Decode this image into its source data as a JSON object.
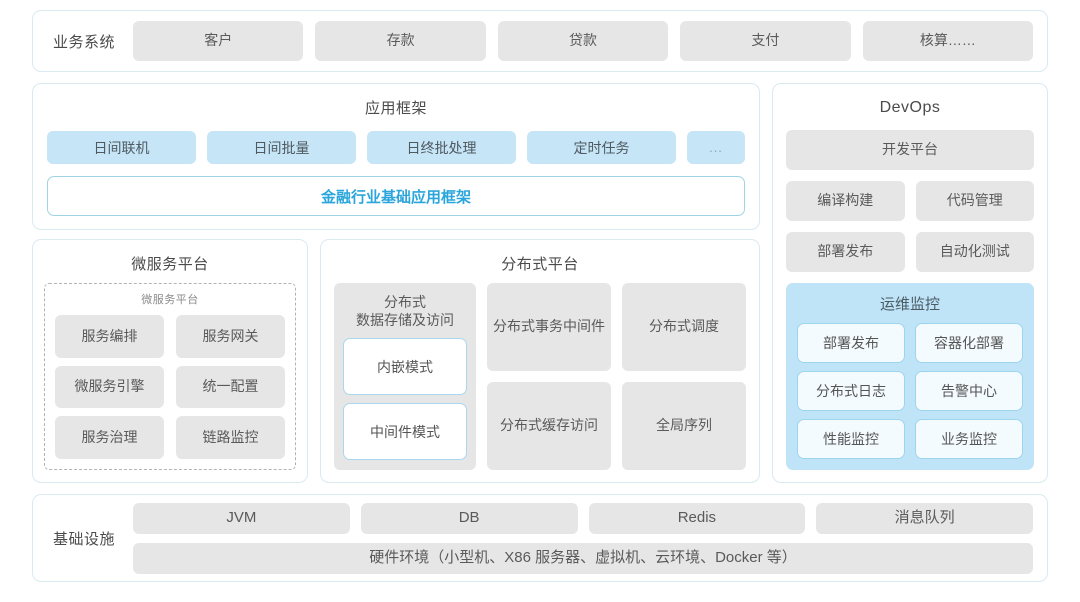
{
  "business_row": {
    "label": "业务系统",
    "items": [
      "客户",
      "存款",
      "贷款",
      "支付",
      "核算……"
    ]
  },
  "app_framework": {
    "title": "应用框架",
    "pills": [
      "日间联机",
      "日间批量",
      "日终批处理",
      "定时任务",
      "..."
    ],
    "base_label": "金融行业基础应用框架",
    "base_color": "#2ba6dc"
  },
  "microservice": {
    "title": "微服务平台",
    "inner_title": "微服务平台",
    "items": [
      "服务编排",
      "服务网关",
      "微服务引擎",
      "统一配置",
      "服务治理",
      "链路监控"
    ]
  },
  "distributed": {
    "title": "分布式平台",
    "first_column": {
      "title": "分布式\n数据存储及访问",
      "title_line1": "分布式",
      "title_line2": "数据存储及访问",
      "modes": [
        "内嵌模式",
        "中间件模式"
      ]
    },
    "column2": [
      "分布式\n事务中间件",
      "分布式\n缓存访问"
    ],
    "column2_lines": [
      [
        "分布式",
        "事务中间件"
      ],
      [
        "分布式",
        "缓存访问"
      ]
    ],
    "column3": [
      "分布式调度",
      "全局序列"
    ]
  },
  "devops": {
    "title": "DevOps",
    "platform": "开发平台",
    "grid": [
      "编译构建",
      "代码管理",
      "部署发布",
      "自动化测试"
    ],
    "ops": {
      "title": "运维监控",
      "items": [
        "部署发布",
        "容器化部署",
        "分布式日志",
        "告警中心",
        "性能监控",
        "业务监控"
      ],
      "panel_color": "#bfe4f8"
    }
  },
  "infrastructure": {
    "label": "基础设施",
    "items": [
      "JVM",
      "DB",
      "Redis",
      "消息队列"
    ],
    "hardware": "硬件环境（小型机、X86 服务器、虚拟机、云环境、Docker 等）"
  },
  "theme": {
    "panel_border": "#d9eaf0",
    "chip_grey": "#e6e6e6",
    "chip_blue": "#c6e5f7",
    "accent": "#2ba6dc"
  }
}
